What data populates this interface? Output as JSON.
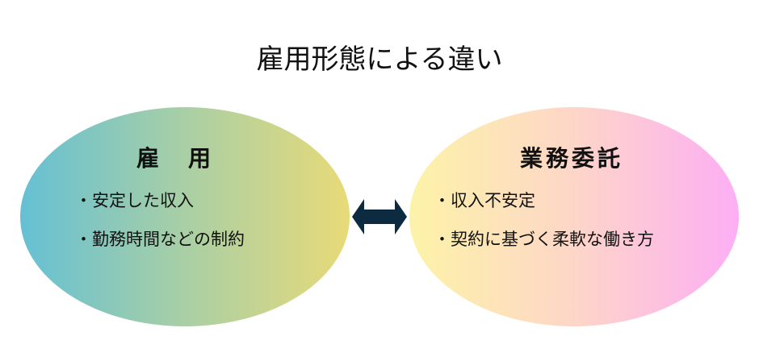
{
  "title": "雇用形態による違い",
  "employment": {
    "heading": "雇　用",
    "bullets": [
      "・安定した収入",
      "・勤務時間などの制約"
    ]
  },
  "outsourcing": {
    "heading": "業務委託",
    "bullets": [
      "・収入不安定",
      "・契約に基づく柔軟な働き方"
    ]
  },
  "colors": {
    "arrow": "#0d2b40"
  }
}
